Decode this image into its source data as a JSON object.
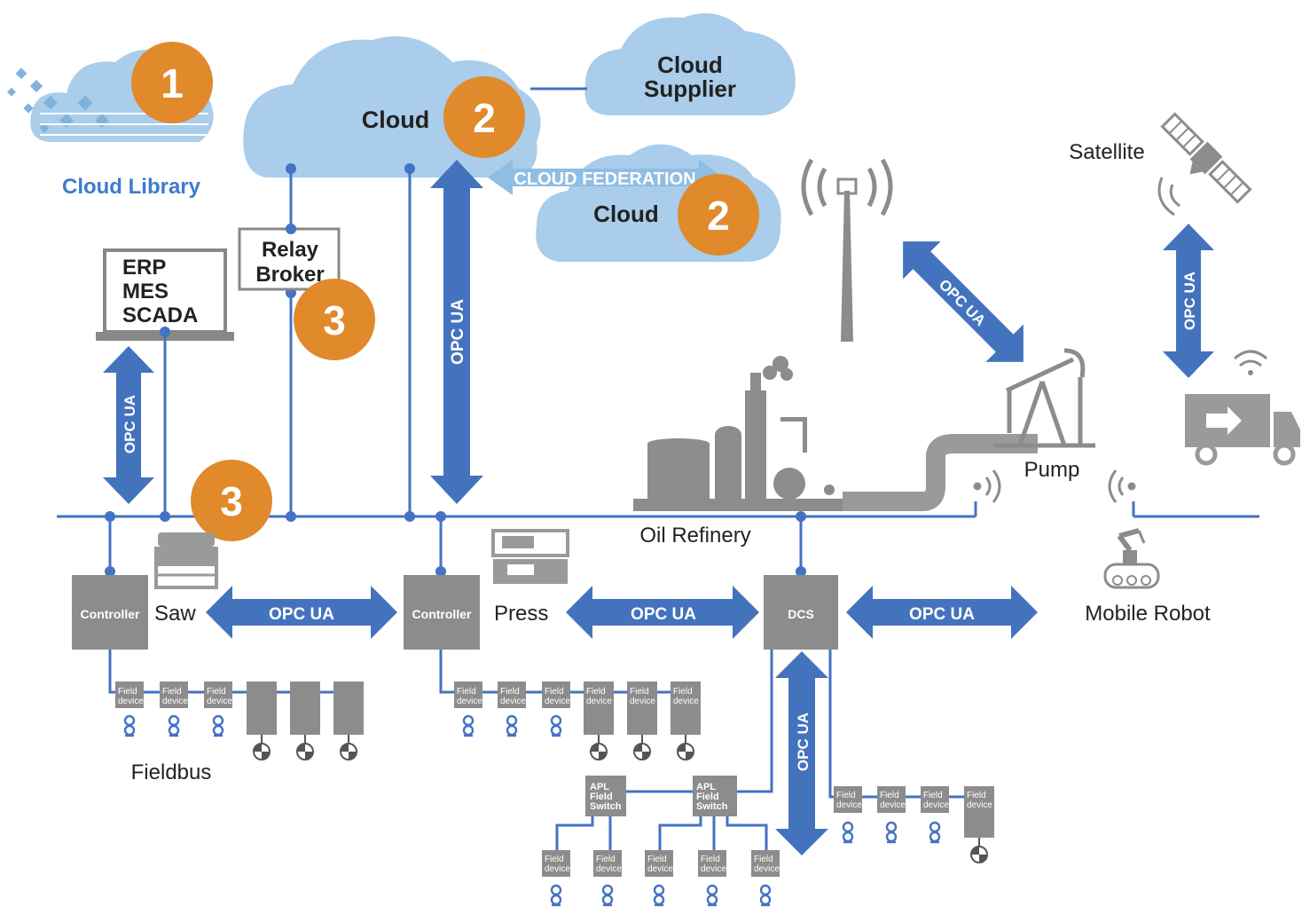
{
  "labels": {
    "cloud_library": "Cloud Library",
    "cloud_main": "Cloud",
    "cloud_supplier_1": "Cloud",
    "cloud_supplier_2": "Supplier",
    "cloud_federation": "CLOUD FEDERATION",
    "cloud_second": "Cloud",
    "satellite": "Satellite",
    "relay_1": "Relay",
    "relay_2": "Broker",
    "erp": "ERP",
    "mes": "MES",
    "scada": "SCADA",
    "pump": "Pump",
    "oil_refinery": "Oil Refinery",
    "saw": "Saw",
    "press": "Press",
    "mobile_robot": "Mobile Robot",
    "fieldbus": "Fieldbus",
    "controller": "Controller",
    "dcs": "DCS",
    "opc_ua": "OPC UA",
    "field": "Field",
    "device": "device",
    "apl_1": "APL",
    "apl_2": "Field",
    "apl_3": "Switch"
  },
  "badges": {
    "one": "1",
    "two": "2",
    "three": "3"
  },
  "colors": {
    "cloud": "#a9cdea",
    "cloud_dark": "#8fbde3",
    "line": "#4472c4",
    "arrow": "#4473be",
    "badge": "#e08a2c",
    "device": "#8c8c8c",
    "grey_icon": "#9a9a9a",
    "text": "#222222",
    "library_text": "#3d7cc9"
  }
}
